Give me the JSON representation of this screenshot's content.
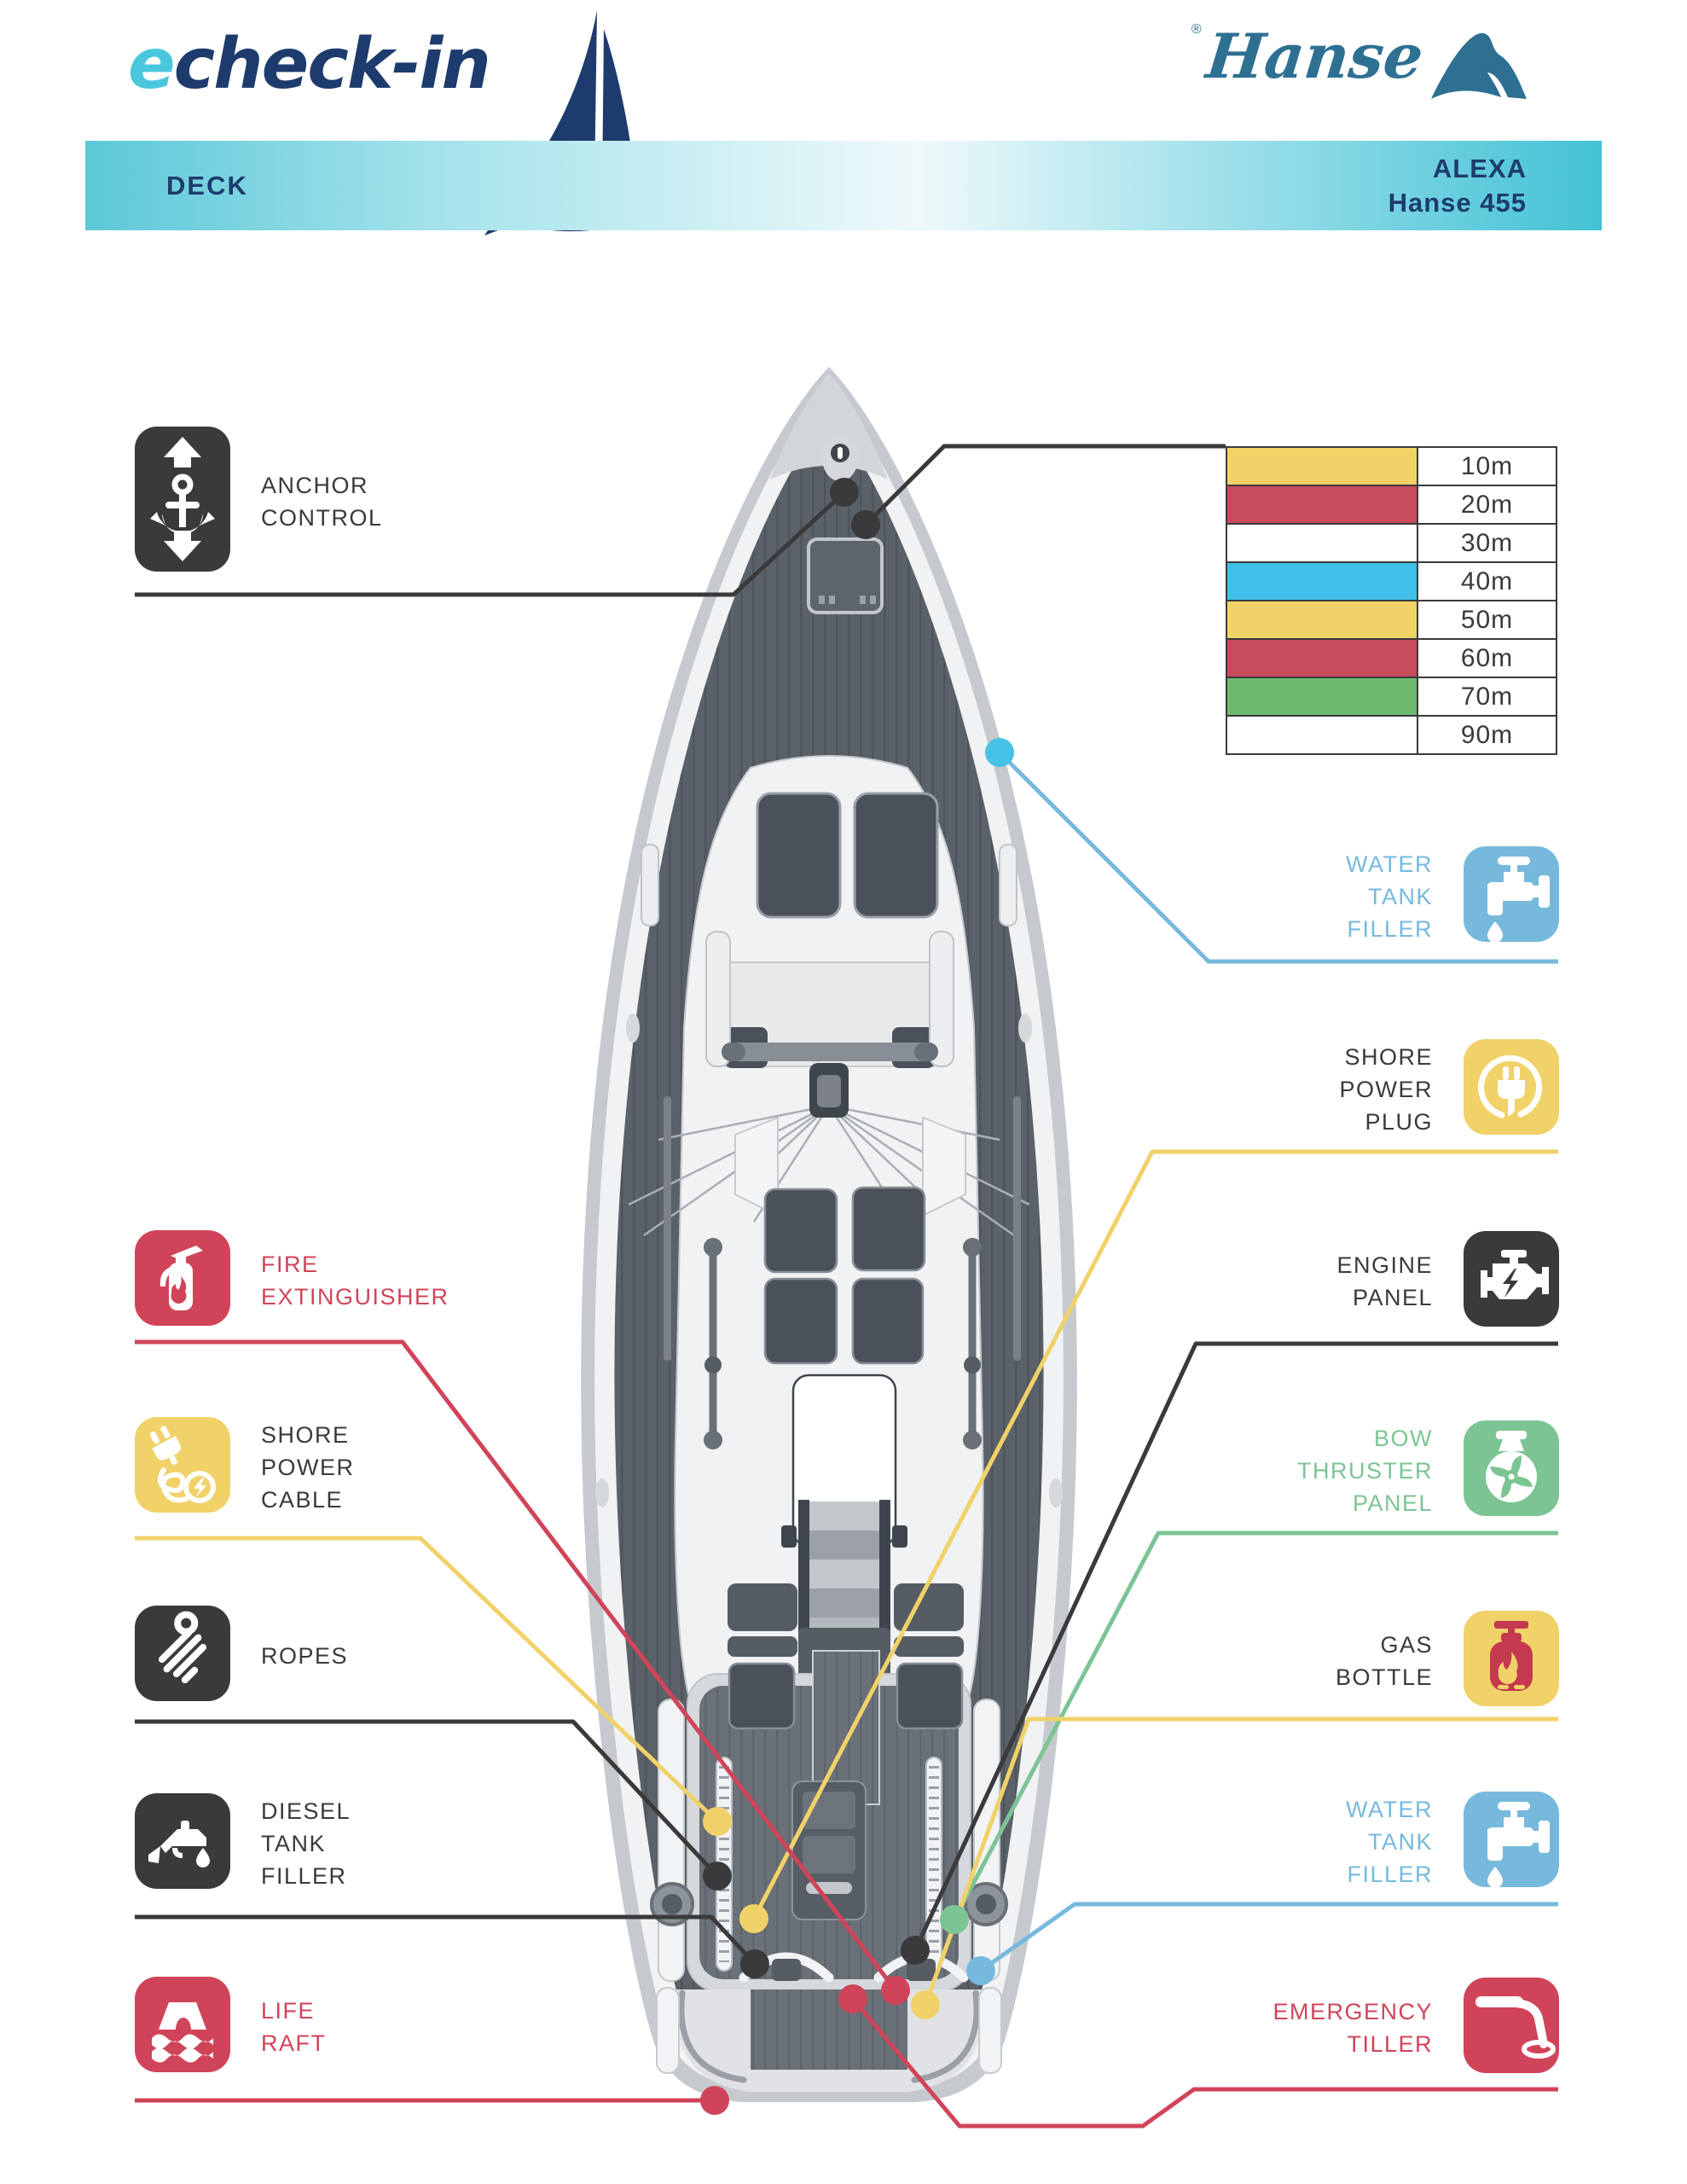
{
  "header": {
    "logo_e": "e",
    "logo_rest": "check-in",
    "brand": "Hanse",
    "registered": "®",
    "bar_left": "DECK",
    "boat_name": "ALEXA",
    "boat_model": "Hanse 455"
  },
  "colors": {
    "navy": "#1e3b6d",
    "cyan_e": "#49c8dd",
    "brand": "#2d7092",
    "dark": "#3a3a3c",
    "red": "#d0445a",
    "yellow": "#f1d269",
    "blue": "#76b9dc",
    "cyan": "#47c1e6",
    "green": "#7dc494",
    "label": "#3a3a3a",
    "table_red": "#c74a5d",
    "table_green": "#6eba6e"
  },
  "chain_table": {
    "rows": [
      {
        "color": "#f1d269",
        "label": "10m"
      },
      {
        "color": "#c74a5d",
        "label": "20m"
      },
      {
        "color": "#ffffff",
        "label": "30m"
      },
      {
        "color": "#3fc0e8",
        "label": "40m"
      },
      {
        "color": "#f1d269",
        "label": "50m"
      },
      {
        "color": "#c74a5d",
        "label": "60m"
      },
      {
        "color": "#6eba6e",
        "label": "70m"
      },
      {
        "color": "#ffffff",
        "label": "90m"
      }
    ]
  },
  "callouts": {
    "anchor_control": {
      "label": "ANCHOR\nCONTROL"
    },
    "fire_extinguisher": {
      "label": "FIRE\nEXTINGUISHER"
    },
    "shore_power_cable": {
      "label": "SHORE\nPOWER\nCABLE"
    },
    "ropes": {
      "label": "ROPES"
    },
    "diesel_tank_filler": {
      "label": "DIESEL\nTANK\nFILLER"
    },
    "life_raft": {
      "label": "LIFE\nRAFT"
    },
    "water_tank_filler_fwd": {
      "label": "WATER\nTANK\nFILLER"
    },
    "shore_power_plug": {
      "label": "SHORE\nPOWER\nPLUG"
    },
    "engine_panel": {
      "label": "ENGINE\nPANEL"
    },
    "bow_thruster_panel": {
      "label": "BOW\nTHRUSTER\nPANEL"
    },
    "gas_bottle": {
      "label": "GAS\nBOTTLE"
    },
    "water_tank_filler_aft": {
      "label": "WATER\nTANK\nFILLER"
    },
    "emergency_tiller": {
      "label": "EMERGENCY\nTILLER"
    }
  },
  "icons": {
    "anchor_control": "anchor-with-up-down-arrows-icon",
    "fire_extinguisher": "fire-extinguisher-icon",
    "shore_power_cable": "plug-with-cable-icon",
    "ropes": "coiled-rope-icon",
    "diesel_tank_filler": "fuel-nozzle-icon",
    "life_raft": "life-raft-icon",
    "water_tank_filler": "water-tap-icon",
    "shore_power_plug": "plug-in-circle-icon",
    "engine_panel": "engine-icon",
    "bow_thruster_panel": "thruster-fan-icon",
    "gas_bottle": "gas-bottle-flame-icon",
    "emergency_tiller": "tiller-icon"
  }
}
